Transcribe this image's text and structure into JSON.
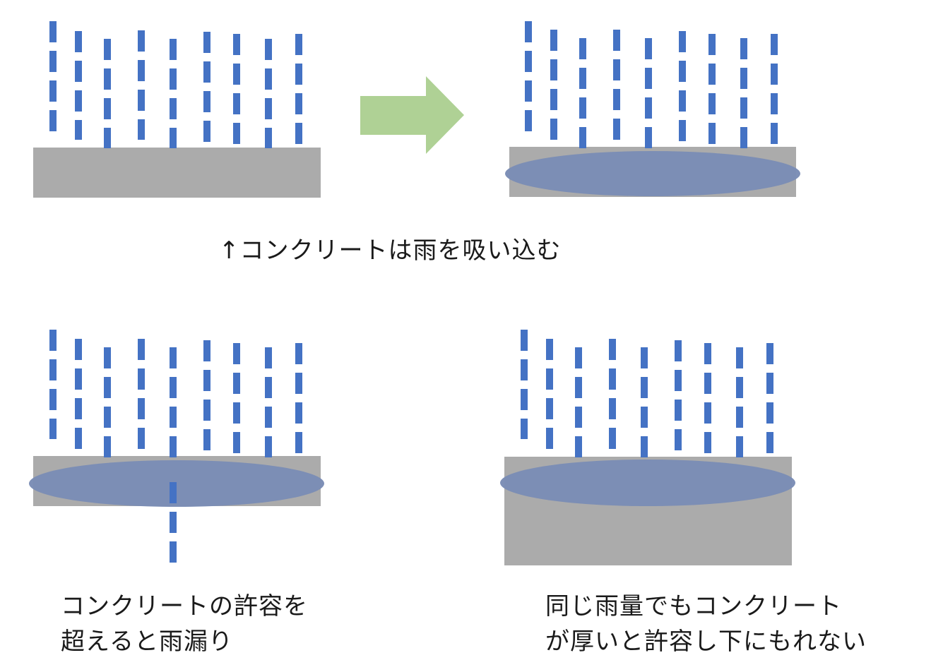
{
  "captions": {
    "top": "↑コンクリートは雨を吸い込む",
    "bottom_left": [
      "コンクリートの許容を",
      "超えると雨漏り"
    ],
    "bottom_right": [
      "同じ雨量でもコンクリート",
      "が厚いと許容し下にもれない"
    ]
  },
  "colors": {
    "rain": "#4472C4",
    "concrete": "#ABABAB",
    "absorbed_water": "#7A8CB5",
    "arrow": "#AFD195",
    "text": "#1A1A1A"
  },
  "panels": [
    {
      "name": "rain-falling",
      "absorbed": false,
      "leak": false,
      "thick": false
    },
    {
      "name": "rain-absorbed",
      "absorbed": true,
      "leak": false,
      "thick": false
    },
    {
      "name": "thin-concrete-leak",
      "absorbed": true,
      "leak": true,
      "thick": false
    },
    {
      "name": "thick-concrete-no-leak",
      "absorbed": true,
      "leak": false,
      "thick": true
    }
  ],
  "icons": {
    "arrow": "right-arrow-icon"
  }
}
